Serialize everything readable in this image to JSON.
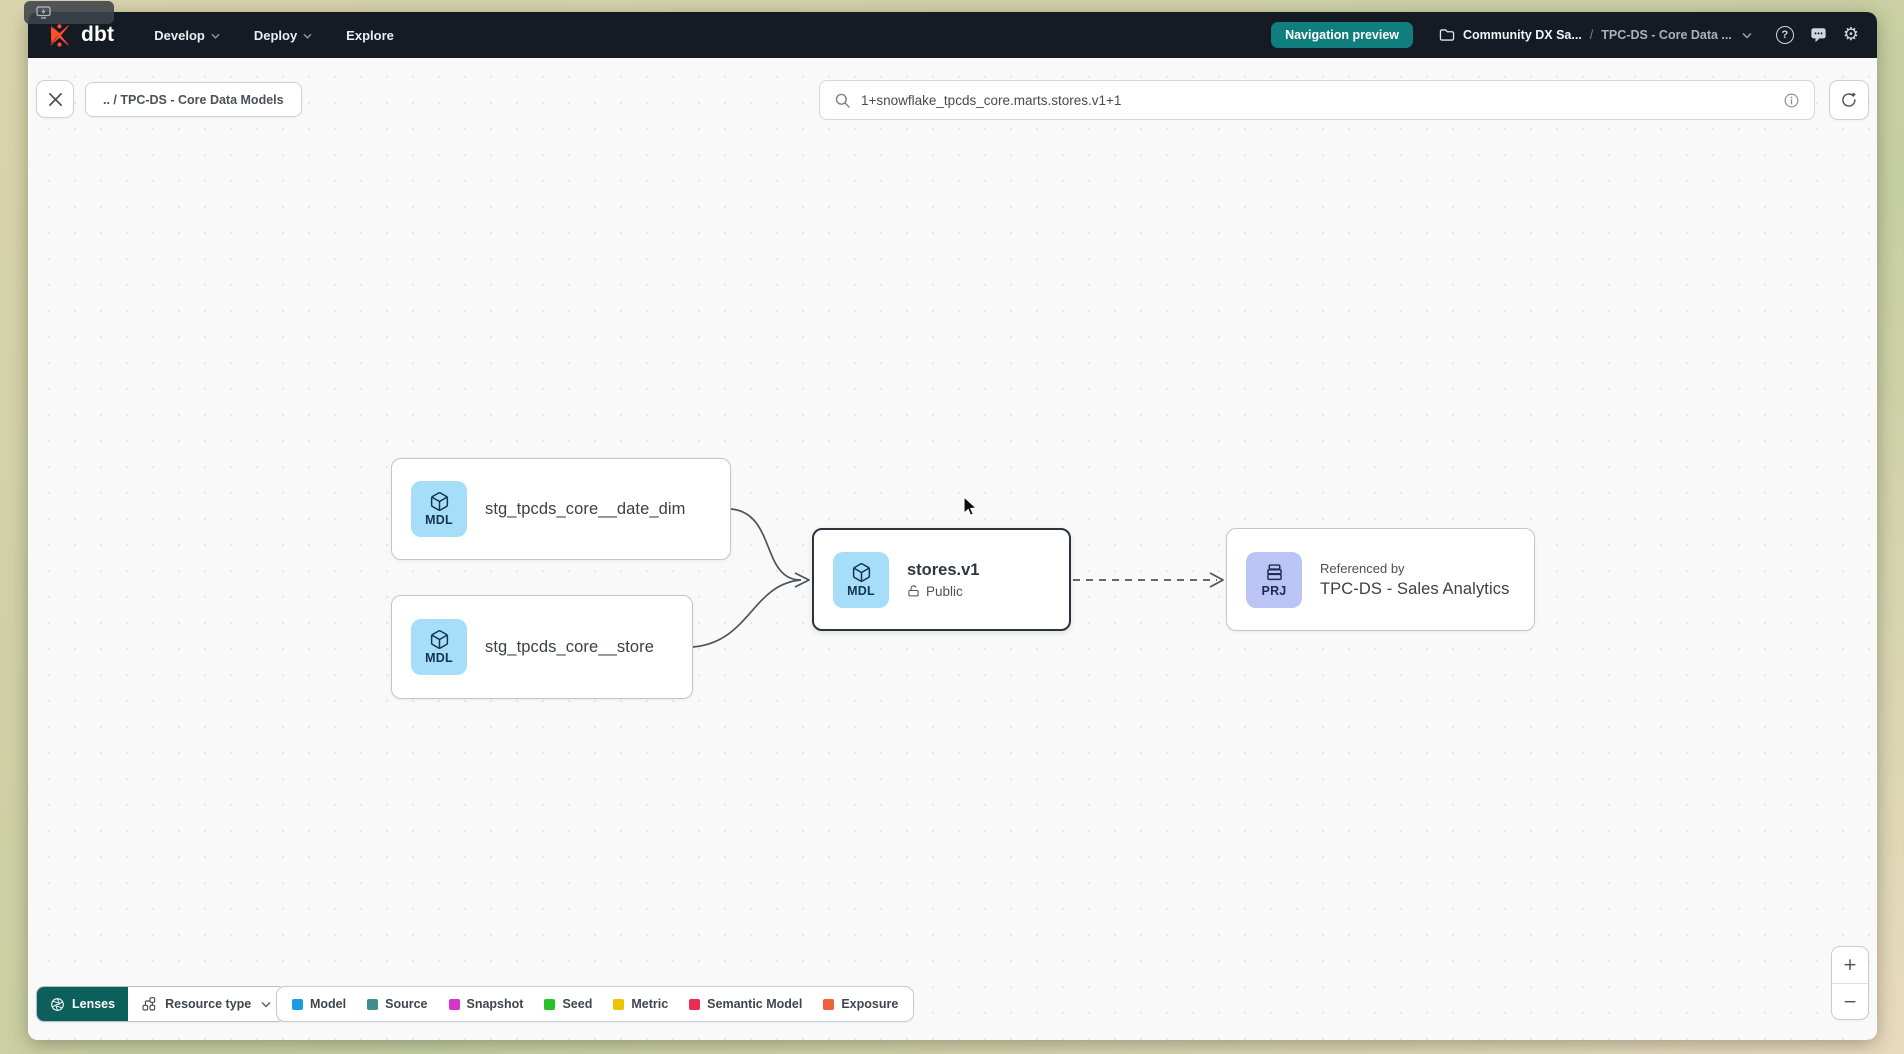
{
  "topbar": {
    "logo_text": "dbt",
    "nav_items": [
      {
        "label": "Develop"
      },
      {
        "label": "Deploy"
      },
      {
        "label": "Explore"
      }
    ],
    "preview_badge": "Navigation preview",
    "breadcrumb": {
      "account": "Community DX Sa...",
      "separator": "/",
      "project": "TPC-DS - Core Data ..."
    },
    "icons": {
      "help_glyph": "?",
      "gear_glyph": "⚙"
    }
  },
  "lineage_toolbar": {
    "breadcrumb_chip": ".. / TPC-DS - Core Data Models",
    "search_value": "1+snowflake_tpcds_core.marts.stores.v1+1"
  },
  "graph": {
    "nodes": [
      {
        "type_badge": "MDL",
        "label": "stg_tpcds_core__date_dim"
      },
      {
        "type_badge": "MDL",
        "label": "stg_tpcds_core__store"
      },
      {
        "type_badge": "MDL",
        "label": "stores.v1",
        "access_label": "Public",
        "selected": true
      },
      {
        "type_badge": "PRJ",
        "kicker": "Referenced by",
        "label": "TPC-DS - Sales Analytics"
      }
    ],
    "colors": {
      "model_badge_bg": "#a6def9",
      "project_badge_bg": "#bac5f6"
    }
  },
  "footer": {
    "lenses_label": "Lenses",
    "resource_type_label": "Resource type",
    "legend": [
      {
        "label": "Model",
        "color": "#1c9ce0"
      },
      {
        "label": "Source",
        "color": "#3f8d8d"
      },
      {
        "label": "Snapshot",
        "color": "#d636c8"
      },
      {
        "label": "Seed",
        "color": "#27c128"
      },
      {
        "label": "Metric",
        "color": "#eec200"
      },
      {
        "label": "Semantic Model",
        "color": "#eb2d54"
      },
      {
        "label": "Exposure",
        "color": "#f0613a"
      }
    ]
  },
  "zoom_controls": {
    "zoom_in_glyph": "+",
    "zoom_out_glyph": "−"
  },
  "accent_colors": {
    "navbar_bg": "#141b25",
    "preview_badge_bg": "#0f7e7c",
    "lenses_teal_bg": "#0c5f5b",
    "dbt_orange": "#ff4f2e"
  }
}
